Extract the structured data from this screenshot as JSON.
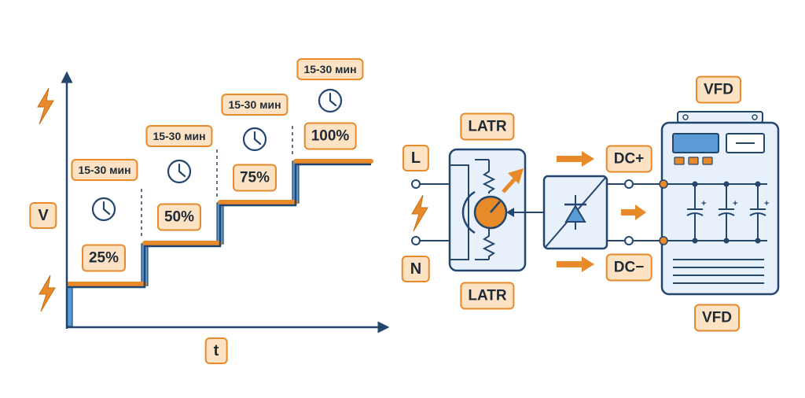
{
  "colors": {
    "navy": "#23466f",
    "orange": "#e8892a",
    "tag_fill": "#fde3c3",
    "panel_fill": "#e8f1fb",
    "step_blue": "#5b9bd5"
  },
  "graph": {
    "y_axis_label": "V",
    "x_axis_label": "t",
    "steps": [
      {
        "duration": "15-30 мин",
        "level": "25%"
      },
      {
        "duration": "15-30 мин",
        "level": "50%"
      },
      {
        "duration": "15-30 мин",
        "level": "75%"
      },
      {
        "duration": "15-30 мин",
        "level": "100%"
      }
    ],
    "icons": [
      "lightning-icon",
      "lightning-icon",
      "clock-icon"
    ]
  },
  "circuit": {
    "terminal_l": "L",
    "terminal_n": "N",
    "latr_top_label": "LATR",
    "latr_bottom_label": "LATR",
    "dc_plus": "DC+",
    "dc_minus": "DC−",
    "vfd_top_label": "VFD",
    "vfd_bottom_label": "VFD"
  }
}
